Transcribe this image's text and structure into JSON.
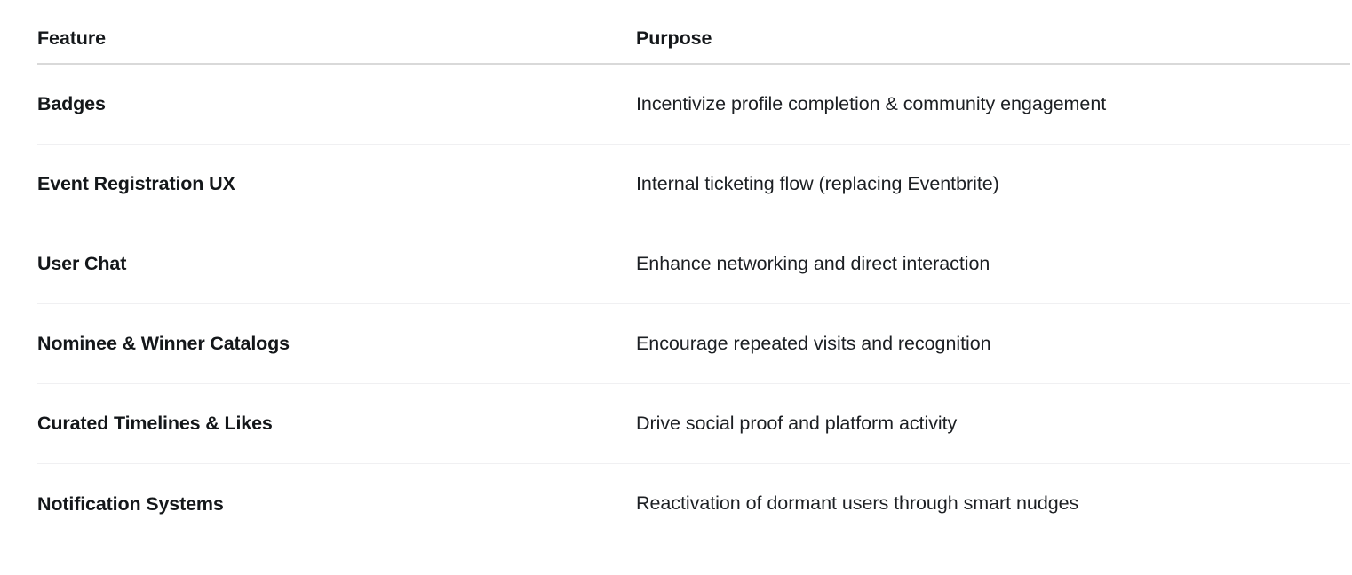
{
  "table": {
    "columns": [
      {
        "key": "feature",
        "label": "Feature"
      },
      {
        "key": "purpose",
        "label": "Purpose"
      }
    ],
    "rows": [
      {
        "feature": "Badges",
        "purpose": "Incentivize profile completion & community engagement"
      },
      {
        "feature": "Event Registration UX",
        "purpose": "Internal ticketing flow (replacing Eventbrite)"
      },
      {
        "feature": "User Chat",
        "purpose": "Enhance networking and direct interaction"
      },
      {
        "feature": "Nominee & Winner Catalogs",
        "purpose": "Encourage repeated visits and recognition"
      },
      {
        "feature": "Curated Timelines & Likes",
        "purpose": "Drive social proof and platform activity"
      },
      {
        "feature": "Notification Systems",
        "purpose": "Reactivation of dormant users through smart nudges"
      }
    ]
  },
  "colors": {
    "background": "#ffffff",
    "header_text": "#14171a",
    "feature_text": "#14171a",
    "purpose_text": "#1c1f23",
    "header_divider": "#d9d9d9",
    "row_divider": "#f0f0f2"
  }
}
